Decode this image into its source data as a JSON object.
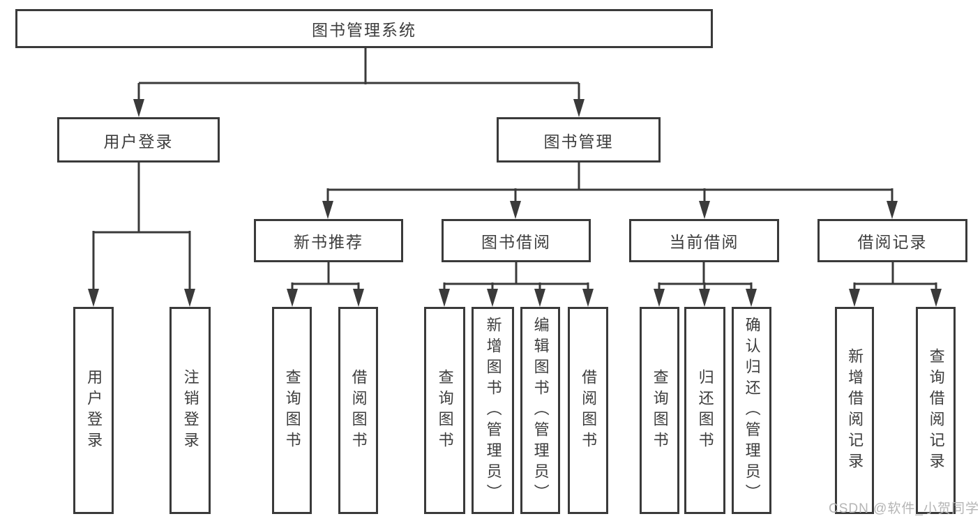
{
  "nodes": {
    "root": {
      "label": "图书管理系统"
    },
    "user_login": {
      "label": "用户登录"
    },
    "book_mgmt": {
      "label": "图书管理"
    },
    "login": {
      "label": "用户登录"
    },
    "logout": {
      "label": "注销登录"
    },
    "new_book_rec": {
      "label": "新书推荐"
    },
    "book_borrow": {
      "label": "图书借阅"
    },
    "current_borrow": {
      "label": "当前借阅"
    },
    "borrow_record": {
      "label": "借阅记录"
    },
    "nb_query": {
      "label": "查询图书"
    },
    "nb_borrow": {
      "label": "借阅图书"
    },
    "bb_query": {
      "label": "查询图书"
    },
    "bb_add": {
      "label": "新增图书（管理员）"
    },
    "bb_edit": {
      "label": "编辑图书（管理员）"
    },
    "bb_borrow": {
      "label": "借阅图书"
    },
    "cb_query": {
      "label": "查询图书"
    },
    "cb_return": {
      "label": "归还图书"
    },
    "cb_confirm": {
      "label": "确认归还（管理员）"
    },
    "br_add": {
      "label": "新增借阅记录"
    },
    "br_query": {
      "label": "查询借阅记录"
    }
  },
  "tree": {
    "root": [
      "user_login",
      "book_mgmt"
    ],
    "user_login": [
      "login",
      "logout"
    ],
    "book_mgmt": [
      "new_book_rec",
      "book_borrow",
      "current_borrow",
      "borrow_record"
    ],
    "new_book_rec": [
      "nb_query",
      "nb_borrow"
    ],
    "book_borrow": [
      "bb_query",
      "bb_add",
      "bb_edit",
      "bb_borrow"
    ],
    "current_borrow": [
      "cb_query",
      "cb_return",
      "cb_confirm"
    ],
    "borrow_record": [
      "br_add",
      "br_query"
    ]
  },
  "colors": {
    "line": "#3a3a3a",
    "text": "#3d3d3d",
    "background": "#ffffff",
    "watermark": "#b5b5b5"
  },
  "watermark": {
    "text": "CSDN @软件_小贺同学"
  }
}
